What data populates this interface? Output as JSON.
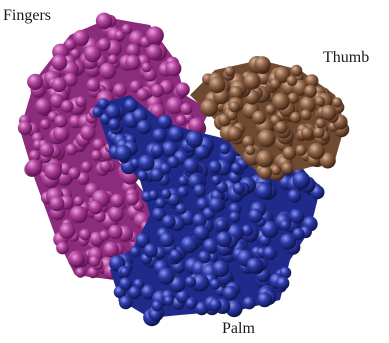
{
  "labels": {
    "fingers": "Fingers",
    "thumb": "Thumb",
    "palm": "Palm"
  },
  "domains": {
    "fingers": {
      "color": "#b0419c"
    },
    "thumb": {
      "color": "#8f6448"
    },
    "palm": {
      "color": "#2d3aa8"
    }
  }
}
